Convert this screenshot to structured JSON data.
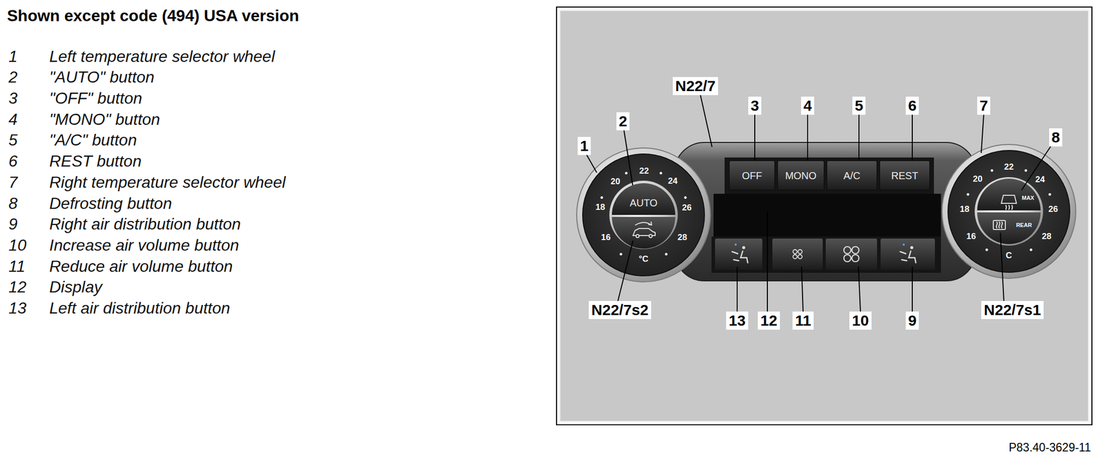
{
  "diagram": {
    "title": "Shown except code (494) USA version",
    "nodes": [
      {
        "text": [
          "OFF"
        ]
      },
      {
        "text": [
          "MONO"
        ]
      },
      {
        "text": [
          "A/C"
        ]
      },
      {
        "text": [
          "REST"
        ]
      },
      {
        "text": [
          "AUTO"
        ]
      }
    ],
    "labels": [
      "1",
      "Left temperature selector wheel",
      "2",
      "\"AUTO\" button",
      "3",
      "\"OFF\" button",
      "4",
      "\"MONO\" button",
      "5",
      "\"A/C\" button",
      "6",
      "REST button",
      "7",
      "Right temperature selector wheel",
      "8",
      "Defrosting button",
      "9",
      "Right air distribution button",
      "10",
      "Increase air volume button",
      "11",
      "Reduce air volume button",
      "12",
      "Display",
      "13",
      "Left air distribution button",
      "N22/7",
      "3",
      "4",
      "5",
      "6",
      "7",
      "8",
      "1",
      "2",
      "N22/7s2",
      "13",
      "12",
      "11",
      "10",
      "9",
      "N22/7s1",
      "20",
      "22",
      "24",
      "18",
      "26",
      "16",
      "28",
      "°C",
      "20",
      "22",
      "24",
      "18",
      "26",
      "16",
      "28",
      "C",
      "MAX",
      "REAR",
      "P83.40-3629-11"
    ]
  }
}
